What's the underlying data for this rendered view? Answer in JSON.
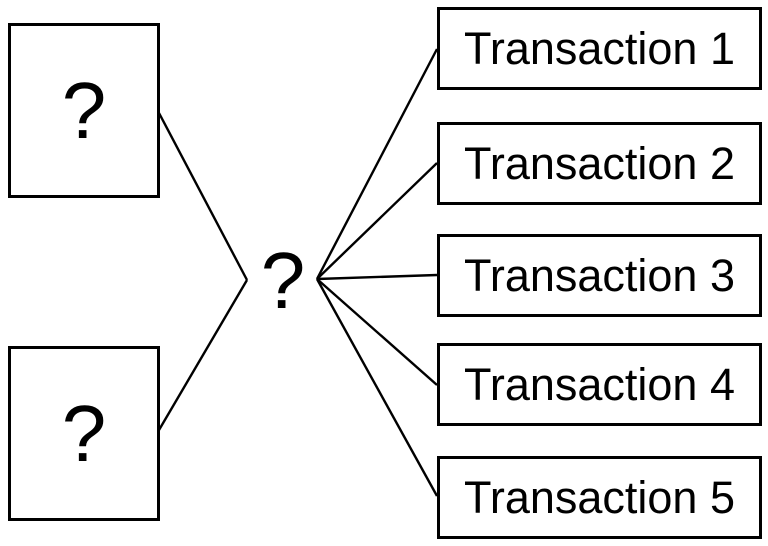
{
  "diagram": {
    "left_nodes": [
      {
        "label": "?"
      },
      {
        "label": "?"
      }
    ],
    "center_node": {
      "label": "?"
    },
    "right_nodes": [
      {
        "label": "Transaction 1"
      },
      {
        "label": "Transaction 2"
      },
      {
        "label": "Transaction 3"
      },
      {
        "label": "Transaction 4"
      },
      {
        "label": "Transaction 5"
      }
    ],
    "colors": {
      "background": "#ffffff",
      "border": "#000000",
      "text": "#000000",
      "line": "#000000"
    }
  }
}
